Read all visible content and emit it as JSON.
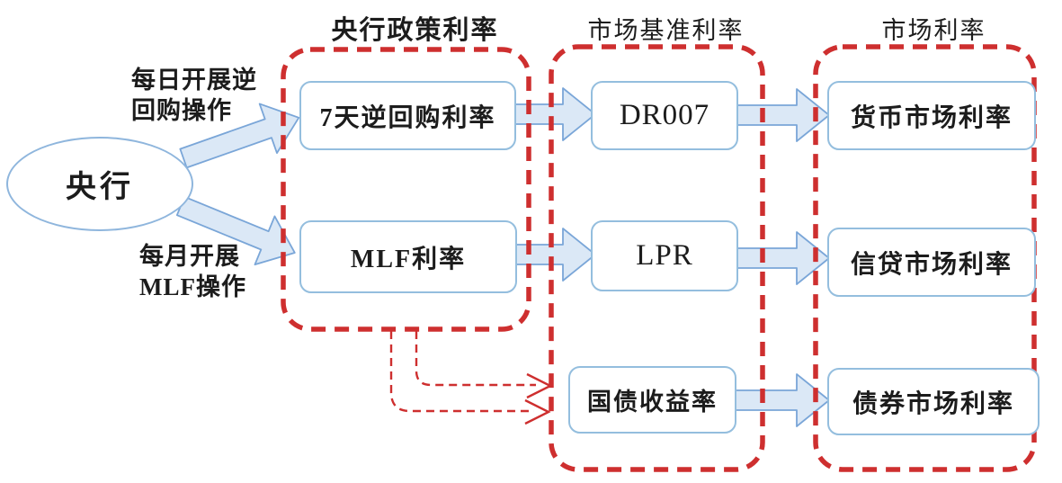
{
  "diagram": {
    "source": {
      "label": "央行"
    },
    "flow_labels": {
      "daily_repo": "每日开展逆\n回购操作",
      "monthly_mlf": "每月开展\nMLF操作"
    },
    "columns": [
      {
        "title": "央行政策利率",
        "nodes": [
          "7天逆回购利率",
          "MLF利率"
        ]
      },
      {
        "title": "市场基准利率",
        "nodes": [
          "DR007",
          "LPR",
          "国债收益率"
        ]
      },
      {
        "title": "市场利率",
        "nodes": [
          "货币市场利率",
          "信贷市场利率",
          "债券市场利率"
        ]
      }
    ],
    "colors": {
      "container_dash_red": "#ce2f2f",
      "node_border_blue": "#94bede",
      "arrow_fill_blue": "#dbe8f6",
      "arrow_stroke_blue": "#7aa6d8",
      "text": "#1c1c1c"
    }
  }
}
